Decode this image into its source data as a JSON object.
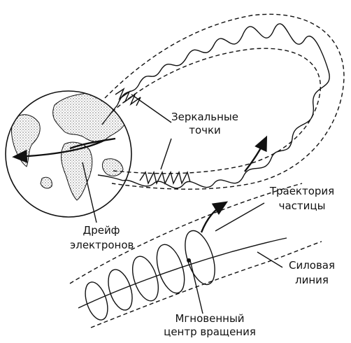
{
  "labels": {
    "mirror_points": [
      "Зеркальные",
      "точки"
    ],
    "electron_drift": [
      "Дрейф",
      "электронов"
    ],
    "particle_trajectory": [
      "Траектория",
      "частицы"
    ],
    "field_line": [
      "Силовая",
      "линия"
    ],
    "instant_center": [
      "Мгновенный",
      "центр вращения"
    ]
  }
}
